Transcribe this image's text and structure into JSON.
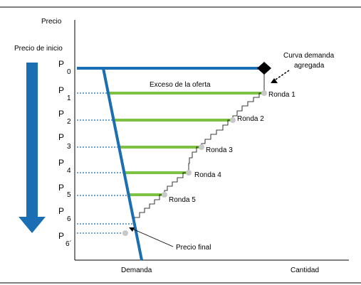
{
  "title": "Precio",
  "start_label": "Precio de inicio",
  "price_levels": [
    {
      "main": "P",
      "sub": "0"
    },
    {
      "main": "P",
      "sub": "1"
    },
    {
      "main": "P",
      "sub": "2"
    },
    {
      "main": "P",
      "sub": "3"
    },
    {
      "main": "P",
      "sub": "4"
    },
    {
      "main": "P",
      "sub": "5"
    },
    {
      "main": "P",
      "sub": "6"
    },
    {
      "main": "P",
      "sub": "6´"
    }
  ],
  "excess_label": "Exceso de la oferta",
  "aggregate_label_line1": "Curva demanda",
  "aggregate_label_line2": "agregada",
  "rounds": [
    "Ronda 1",
    "Ronda 2",
    "Ronda 3",
    "Ronda 4",
    "Ronda 5"
  ],
  "final_label": "Precio final",
  "xlabel_demand": "Demanda",
  "xlabel_quantity": "Cantidad",
  "colors": {
    "arrow": "#1a6fb4",
    "demand_line": "#1a6fb4",
    "excess_bars": "#7dc242",
    "dotted": "#1a6fb4",
    "points": "#c8c8c8",
    "frame": "#000000"
  }
}
